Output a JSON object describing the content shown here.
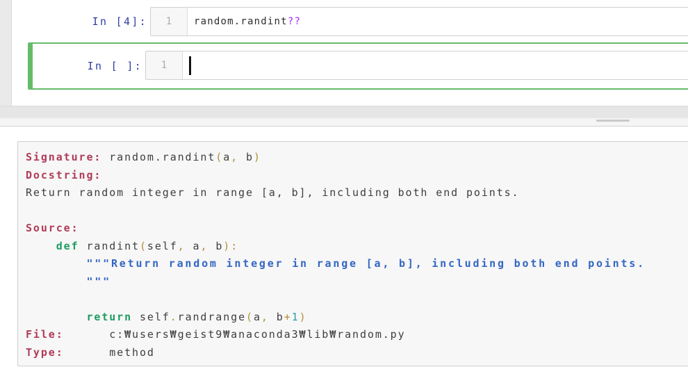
{
  "notebook": {
    "cells": [
      {
        "prompt": "In [4]:",
        "line_number": "1",
        "code": "random.randint",
        "magic_suffix": "??"
      },
      {
        "prompt": "In [ ]:",
        "line_number": "1",
        "code": ""
      }
    ]
  },
  "pager": {
    "lines": [
      [
        {
          "c": "lbl",
          "t": "Signature:"
        },
        {
          "c": "txt",
          "t": " random.randint"
        },
        {
          "c": "op",
          "t": "("
        },
        {
          "c": "txt",
          "t": "a"
        },
        {
          "c": "op",
          "t": ","
        },
        {
          "c": "txt",
          "t": " b"
        },
        {
          "c": "op",
          "t": ")"
        }
      ],
      [
        {
          "c": "lbl",
          "t": "Docstring:"
        }
      ],
      [
        {
          "c": "txt",
          "t": "Return random integer in range [a, b], including both end points."
        }
      ],
      [],
      [
        {
          "c": "lbl",
          "t": "Source:"
        }
      ],
      [
        {
          "c": "txt",
          "t": "    "
        },
        {
          "c": "kw",
          "t": "def"
        },
        {
          "c": "txt",
          "t": " randint"
        },
        {
          "c": "op",
          "t": "("
        },
        {
          "c": "txt",
          "t": "self"
        },
        {
          "c": "op",
          "t": ","
        },
        {
          "c": "txt",
          "t": " a"
        },
        {
          "c": "op",
          "t": ","
        },
        {
          "c": "txt",
          "t": " b"
        },
        {
          "c": "op",
          "t": "):"
        }
      ],
      [
        {
          "c": "txt",
          "t": "        "
        },
        {
          "c": "str",
          "t": "\"\"\"Return random integer in range [a, b], including both end points."
        }
      ],
      [
        {
          "c": "txt",
          "t": "        "
        },
        {
          "c": "str",
          "t": "\"\"\""
        }
      ],
      [],
      [
        {
          "c": "txt",
          "t": "        "
        },
        {
          "c": "kw",
          "t": "return"
        },
        {
          "c": "txt",
          "t": " self"
        },
        {
          "c": "op",
          "t": "."
        },
        {
          "c": "txt",
          "t": "randrange"
        },
        {
          "c": "op",
          "t": "("
        },
        {
          "c": "txt",
          "t": "a"
        },
        {
          "c": "op",
          "t": ","
        },
        {
          "c": "txt",
          "t": " b"
        },
        {
          "c": "op",
          "t": "+"
        },
        {
          "c": "num",
          "t": "1"
        },
        {
          "c": "op",
          "t": ")"
        }
      ],
      [
        {
          "c": "lbl",
          "t": "File:"
        },
        {
          "c": "txt",
          "t": "      c:₩users₩geist9₩anaconda3₩lib₩random.py"
        }
      ],
      [
        {
          "c": "lbl",
          "t": "Type:"
        },
        {
          "c": "txt",
          "t": "      method"
        }
      ]
    ]
  },
  "colors": {
    "prompt_navy": "#303F9F",
    "selection_green": "#66BB6A",
    "magic_purple": "#AA22FF",
    "label_crimson": "#AF3B59",
    "keyword_green": "#1C9C60",
    "string_blue": "#3366C2",
    "operator_olive": "#B08F3A",
    "number_teal": "#2AA198"
  }
}
